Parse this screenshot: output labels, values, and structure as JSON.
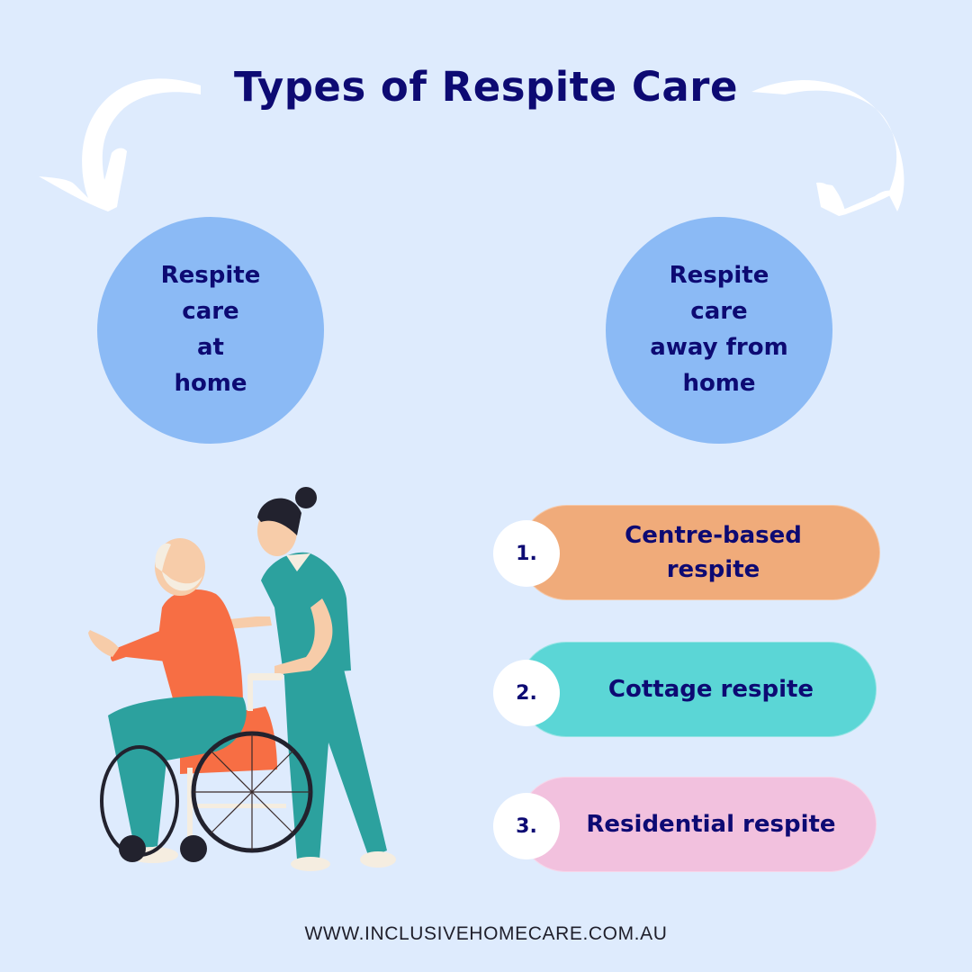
{
  "title": "Types of Respite Care",
  "circles": [
    {
      "label": "Respite\ncare\nat\nhome"
    },
    {
      "label": "Respite\ncare\naway from\nhome"
    }
  ],
  "list": [
    {
      "number": "1.",
      "label": "Centre-based\nrespite",
      "color": "#f0ab7a"
    },
    {
      "number": "2.",
      "label": "Cottage respite",
      "color": "#5bd6d6"
    },
    {
      "number": "3.",
      "label": "Residential respite",
      "color": "#f2c1de"
    }
  ],
  "footer": {
    "url": "WWW.INCLUSIVEHOMECARE.COM.AU"
  },
  "colors": {
    "background": "#deebfd",
    "title": "#0d0a73",
    "circle": "#8bbaf5",
    "arrow": "#ffffff"
  },
  "icons": {
    "left_arrow": "curved-arrow-down-left-icon",
    "right_arrow": "curved-arrow-down-right-icon",
    "illustration": "nurse-pushing-wheelchair-illustration"
  }
}
